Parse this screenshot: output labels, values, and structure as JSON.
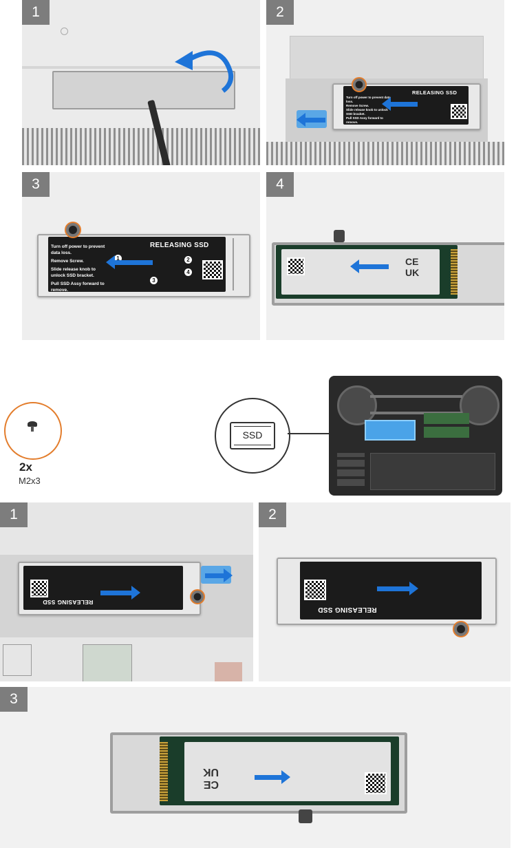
{
  "removal": {
    "steps": [
      "1",
      "2",
      "3",
      "4"
    ],
    "label_title": "RELEASING SSD",
    "instructions": [
      {
        "n": "1",
        "t": "Turn off power to prevent data loss."
      },
      {
        "n": "2",
        "t": "Remove Screw."
      },
      {
        "n": "3",
        "t": "Slide release knob to unlock SSD bracket."
      },
      {
        "n": "4",
        "t": "Pull SSD Assy forward to remove."
      }
    ]
  },
  "callout": {
    "ssd_icon_text": "SSD",
    "screw_qty": "2x",
    "screw_type": "M2x3"
  },
  "installation": {
    "steps": [
      "1",
      "2",
      "3"
    ]
  },
  "colors": {
    "arrow": "#1e74d8",
    "screw_ring": "#e37d2c"
  }
}
